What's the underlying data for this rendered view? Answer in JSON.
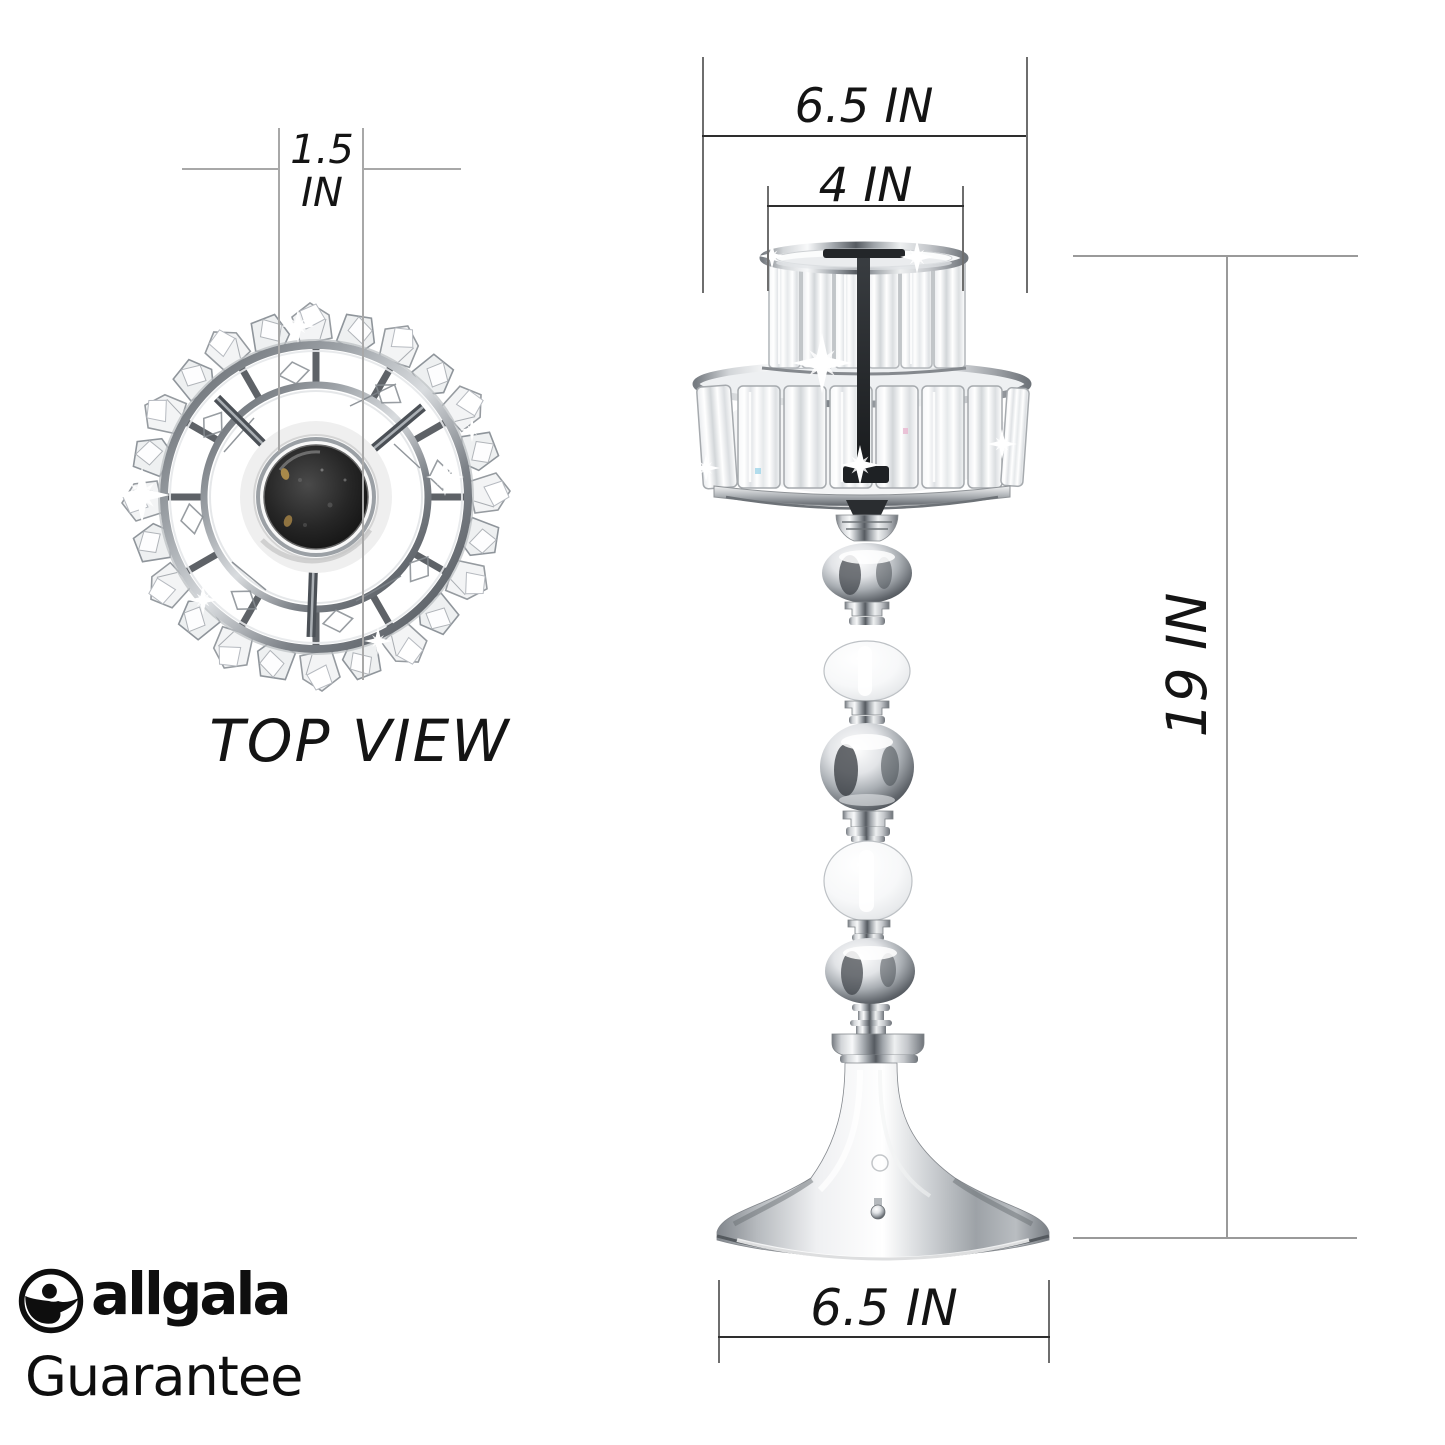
{
  "colors": {
    "background": "#ffffff",
    "text": "#141414",
    "dimension_lines": "#9a9a9a",
    "brand": "#0e0e0e",
    "chrome_dark": "#565b61",
    "chrome_light": "#f8f9fa"
  },
  "top_view": {
    "dimension": {
      "value": "1.5",
      "unit": "IN"
    },
    "caption": "TOP VIEW"
  },
  "side_view": {
    "top_outer_width": "6.5 IN",
    "top_inner_width": "4 IN",
    "height": "19 IN",
    "base_width": "6.5 IN"
  },
  "brand": {
    "logo_icon": "allgala-person-circle-icon",
    "name": "allgala",
    "tagline": "Guarantee"
  }
}
